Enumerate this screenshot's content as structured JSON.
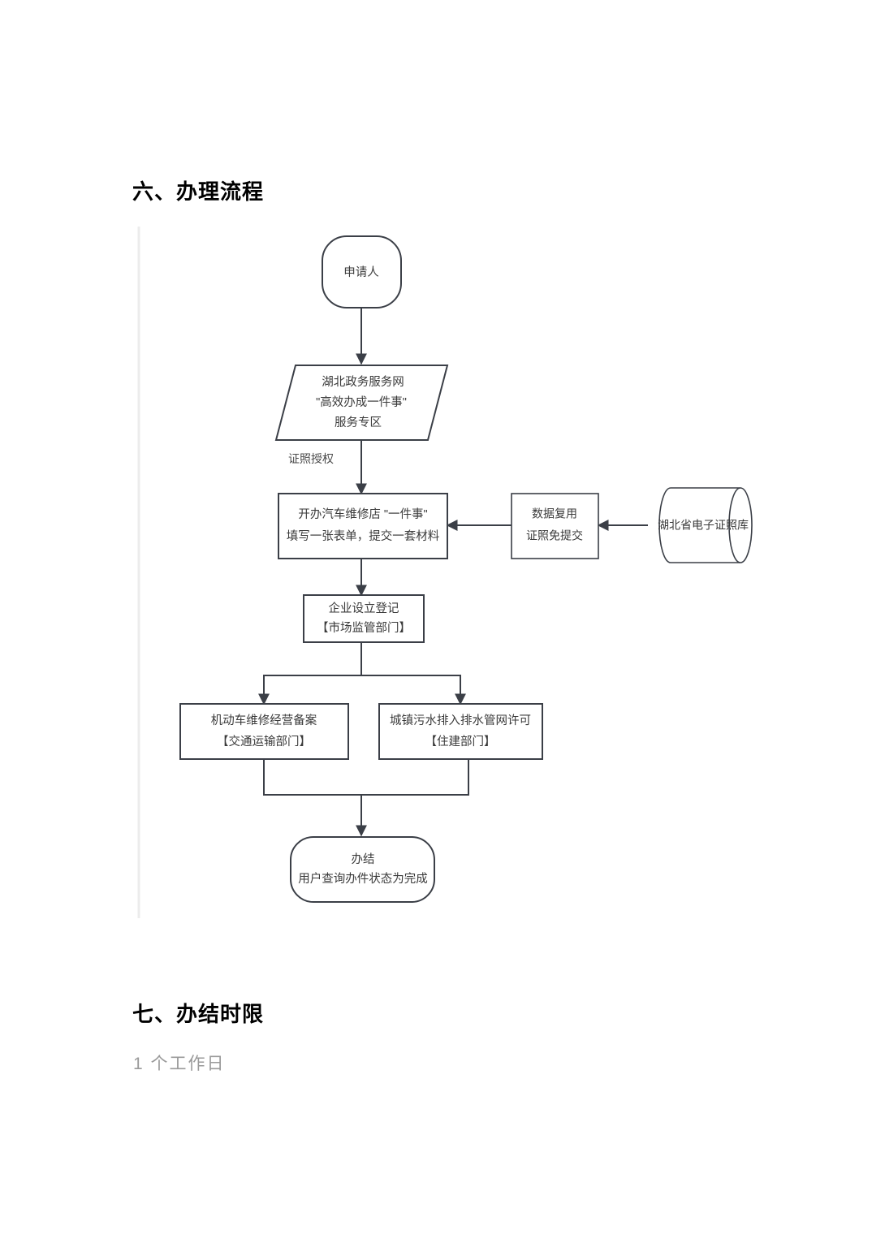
{
  "document": {
    "sections": [
      {
        "id": "process",
        "heading": "六、办理流程"
      },
      {
        "id": "deadline",
        "heading": "七、办结时限",
        "body": "1 个工作日"
      }
    ]
  },
  "flowchart": {
    "type": "flowchart",
    "orientation": "top-to-bottom",
    "nodes": [
      {
        "id": "applicant",
        "shape": "rounded-terminator",
        "lines": [
          "申请人"
        ]
      },
      {
        "id": "portal",
        "shape": "parallelogram",
        "lines": [
          "湖北政务服务网",
          "\"高效办成一件事\"",
          "服务专区"
        ]
      },
      {
        "id": "one-thing",
        "shape": "rectangle",
        "lines": [
          "开办汽车维修店 \"一件事\"",
          "填写一张表单，提交一套材料"
        ]
      },
      {
        "id": "data-reuse",
        "shape": "rectangle",
        "lines": [
          "数据复用",
          "证照免提交"
        ]
      },
      {
        "id": "license-db",
        "shape": "cylinder",
        "lines": [
          "湖北省电子证照库"
        ]
      },
      {
        "id": "enterprise-registration",
        "shape": "rectangle",
        "lines": [
          "企业设立登记",
          "【市场监管部门】"
        ]
      },
      {
        "id": "vehicle-repair-filing",
        "shape": "rectangle",
        "lines": [
          "机动车维修经营备案",
          "【交通运输部门】"
        ]
      },
      {
        "id": "sewage-permit",
        "shape": "rectangle",
        "lines": [
          "城镇污水排入排水管网许可",
          "【住建部门】"
        ]
      },
      {
        "id": "completed",
        "shape": "rounded-terminator",
        "lines": [
          "办结",
          "用户查询办件状态为完成"
        ]
      }
    ],
    "edges": [
      {
        "from": "applicant",
        "to": "portal",
        "label": ""
      },
      {
        "from": "portal",
        "to": "one-thing",
        "label": "证照授权"
      },
      {
        "from": "license-db",
        "to": "data-reuse",
        "label": ""
      },
      {
        "from": "data-reuse",
        "to": "one-thing",
        "label": ""
      },
      {
        "from": "one-thing",
        "to": "enterprise-registration",
        "label": ""
      },
      {
        "from": "enterprise-registration",
        "to": "vehicle-repair-filing",
        "label": ""
      },
      {
        "from": "enterprise-registration",
        "to": "sewage-permit",
        "label": ""
      },
      {
        "from": "vehicle-repair-filing",
        "to": "completed",
        "label": ""
      },
      {
        "from": "sewage-permit",
        "to": "completed",
        "label": ""
      }
    ],
    "colors": {
      "stroke": "#3b3f47",
      "node_fill": "#ffffff",
      "text": "#3a3a3a",
      "rail": "#ececec"
    }
  }
}
